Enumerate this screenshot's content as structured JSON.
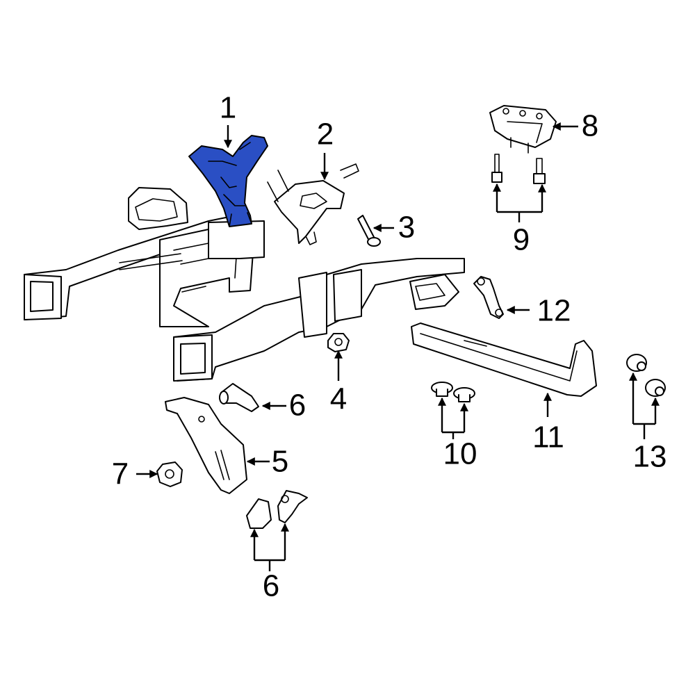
{
  "highlight_color": "#2a4fc4",
  "line_color": "#000000",
  "background": "#ffffff",
  "callouts": {
    "c1": "1",
    "c2": "2",
    "c3": "3",
    "c4": "4",
    "c5": "5",
    "c6a": "6",
    "c6b": "6",
    "c7": "7",
    "c8": "8",
    "c9": "9",
    "c10": "10",
    "c11": "11",
    "c12": "12",
    "c13": "13"
  },
  "highlighted_part": "1"
}
